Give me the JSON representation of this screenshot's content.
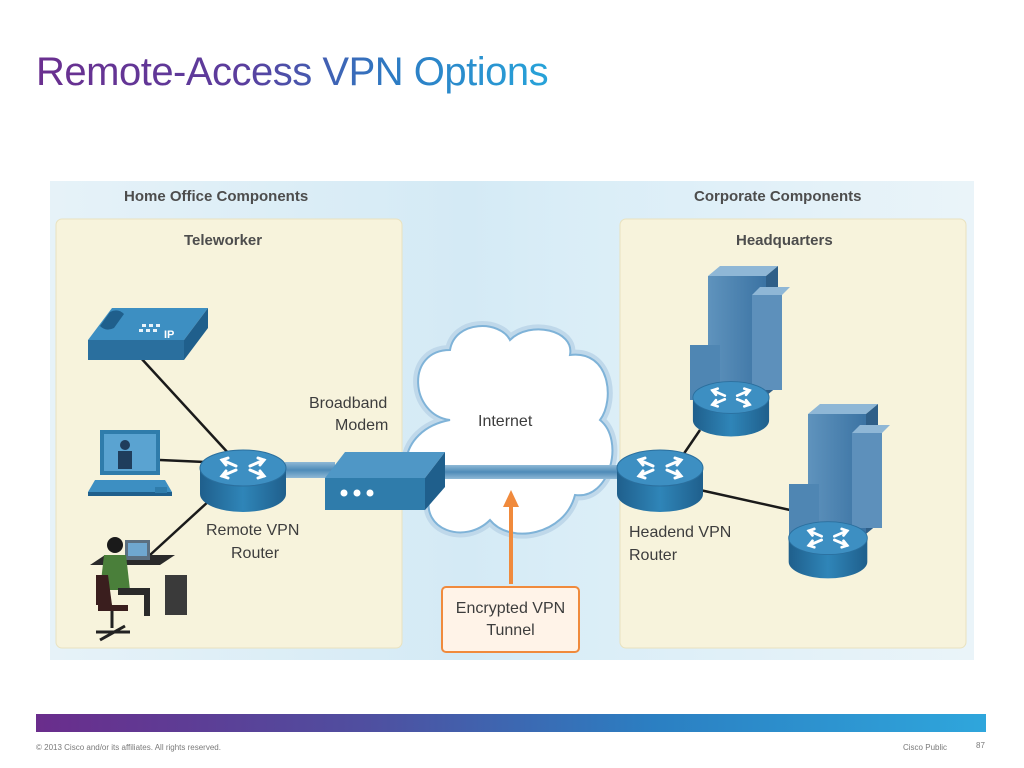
{
  "title": "Remote-Access VPN Options",
  "sections": {
    "home_office": "Home Office Components",
    "corporate": "Corporate Components"
  },
  "panels": {
    "teleworker": "Teleworker",
    "headquarters": "Headquarters"
  },
  "labels": {
    "broadband_line1": "Broadband",
    "broadband_line2": "Modem",
    "internet": "Internet",
    "remote_vpn_line1": "Remote VPN",
    "remote_vpn_line2": "Router",
    "headend_vpn_line1": "Headend VPN",
    "headend_vpn_line2": "Router",
    "tunnel_line1": "Encrypted VPN",
    "tunnel_line2": "Tunnel",
    "ip_phone_tag": "IP"
  },
  "footer": {
    "copyright": "© 2013 Cisco and/or its affiliates. All rights reserved.",
    "classification": "Cisco Public",
    "page": "87"
  },
  "colors": {
    "router_blue": "#2f7cab",
    "panel_fill": "#f7f3dc",
    "tunnel_orange": "#f08a3c"
  }
}
